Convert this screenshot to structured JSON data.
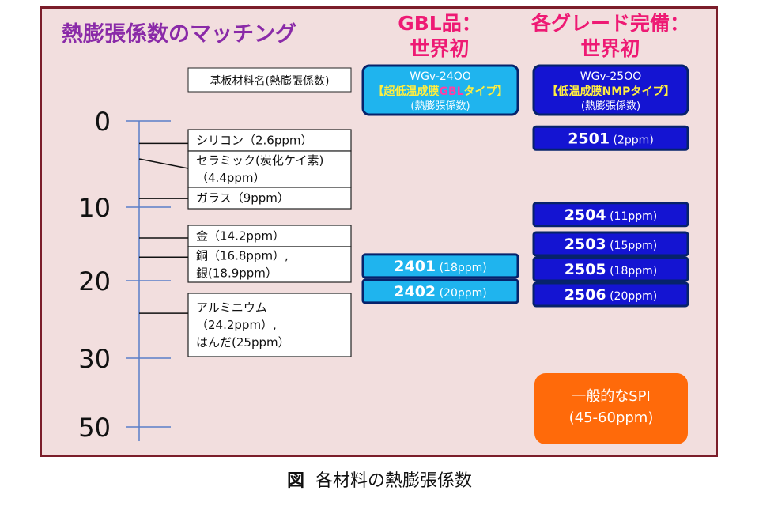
{
  "title": "熱膨張係数のマッチング",
  "caption": {
    "label": "図",
    "text": "各材料の熱膨張係数"
  },
  "scale": {
    "ticks": [
      {
        "value": 0,
        "label": "0"
      },
      {
        "value": 10,
        "label": "10"
      },
      {
        "value": 20,
        "label": "20"
      },
      {
        "value": 30,
        "label": "30"
      },
      {
        "value": 50,
        "label": "50"
      }
    ],
    "unit": "ppm"
  },
  "materials": {
    "header": "基板材料名(熱膨張係数)",
    "items": [
      {
        "lines": [
          "シリコン（2.6ppm）"
        ],
        "values": [
          2.6
        ]
      },
      {
        "lines": [
          "セラミック(炭化ケイ素)",
          "（4.4ppm）"
        ],
        "values": [
          4.4
        ]
      },
      {
        "lines": [
          "ガラス（9ppm）"
        ],
        "values": [
          9
        ]
      },
      {
        "lines": [
          "金（14.2ppm）"
        ],
        "values": [
          14.2
        ]
      },
      {
        "lines": [
          "銅（16.8ppm）,",
          "銀(18.9ppm）"
        ],
        "values": [
          16.8
        ]
      },
      {
        "lines": [
          "アルミニウム",
          "（24.2ppm）,",
          "はんだ(25ppm）"
        ],
        "values": [
          24.2
        ]
      }
    ]
  },
  "gbl": {
    "heading": [
      "GBL品：",
      "世界初"
    ],
    "product": {
      "name": "WGv-24OO",
      "type_pre": "【超低温成膜",
      "type_hl": "GBL",
      "type_post": "タイプ】",
      "sub": "(熱膨張係数)"
    },
    "grades": [
      {
        "code": "2401",
        "note": "(18ppm)",
        "value": 18
      },
      {
        "code": "2402",
        "note": "(20ppm)",
        "value": 20
      }
    ],
    "colors": {
      "fill": "#1fb4ee",
      "border": "#06226b"
    }
  },
  "nmp": {
    "heading": [
      "各グレード完備：",
      "世界初"
    ],
    "product": {
      "name": "WGv-25OO",
      "type": "【低温成膜NMPタイプ】",
      "sub": "(熱膨張係数)"
    },
    "grades": [
      {
        "code": "2501",
        "note": "(2ppm)",
        "value": 2
      },
      {
        "code": "2504",
        "note": "(11ppm)",
        "value": 11
      },
      {
        "code": "2503",
        "note": "(15ppm)",
        "value": 15
      },
      {
        "code": "2505",
        "note": "(18ppm)",
        "value": 18
      },
      {
        "code": "2506",
        "note": "(20ppm)",
        "value": 20
      }
    ],
    "colors": {
      "fill": "#1414d2",
      "border": "#06226b"
    }
  },
  "reference": {
    "lines": [
      "一般的なSPI",
      "(45-60ppm)"
    ],
    "color": "#ff6a0a"
  },
  "colors": {
    "title": "#8a2aa8",
    "heading": "#ee1a74",
    "axis": "#5a7fc8",
    "panel_border": "#7b1d2a",
    "gbl_highlight": "#ff3ea5",
    "type_yellow": "#ffee40"
  }
}
